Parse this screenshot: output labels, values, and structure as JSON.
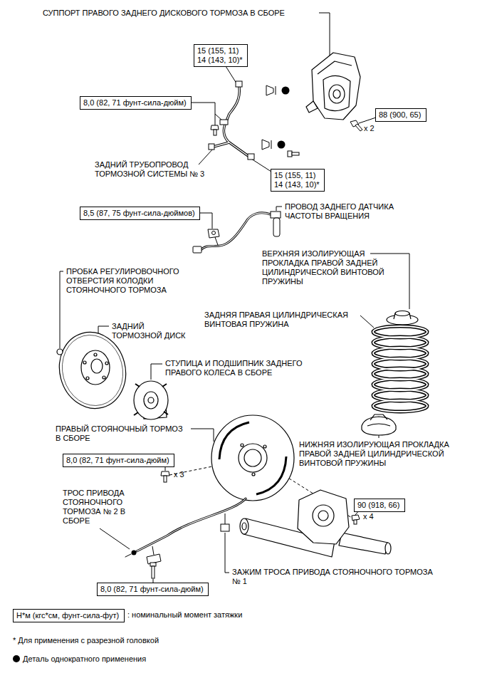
{
  "diagram": {
    "nodes": [
      {
        "text": [
          "15 (155, 11)",
          "14 (143, 10)*"
        ]
      },
      {
        "text": [
          "8,0 (82, 71 фунт-сила-дюйм)"
        ]
      },
      {
        "text": [
          "88 (900, 65)"
        ]
      },
      {
        "text": [
          "15 (155, 11)",
          "14 (143, 10)*"
        ]
      },
      {
        "text": [
          "8,5 (87, 75 фунт-сила-дюймов)"
        ]
      },
      {
        "text": [
          "8,0 (82, 71 фунт-сила-дюйм)"
        ]
      },
      {
        "text": [
          "90 (918, 66)"
        ]
      },
      {
        "text": [
          "8,0 (82, 71 фунт-сила-дюйм)"
        ]
      },
      {
        "text": [
          "Н*м (кгс*см, фунт-сила-фут)"
        ]
      }
    ],
    "labels": [
      "СУППОРТ ПРАВОГО ЗАДНЕГО ДИСКОВОГО ТОРМОЗА В СБОРЕ",
      "x 2",
      "ЗАДНИЙ ТРУБОПРОВОД ТОРМОЗНОЙ СИСТЕМЫ № 3",
      "ПРОВОД ЗАДНЕГО ДАТЧИКА ЧАСТОТЫ ВРАЩЕНИЯ",
      "ВЕРХНЯЯ ИЗОЛИРУЮЩАЯ ПРОКЛАДКА ПРАВОЙ ЗАДНЕЙ ЦИЛИНДРИЧЕСКОЙ ВИНТОВОЙ ПРУЖИНЫ",
      "ПРОБКА РЕГУЛИРОВОЧНОГО ОТВЕРСТИЯ КОЛОДКИ СТОЯНОЧНОГО ТОРМОЗА",
      "ЗАДНЯЯ ПРАВАЯ ЦИЛИНДРИЧЕСКАЯ ВИНТОВАЯ ПРУЖИНА",
      "ЗАДНИЙ ТОРМОЗНОЙ ДИСК",
      "СТУПИЦА И ПОДШИПНИК ЗАДНЕГО ПРАВОГО КОЛЕСА В СБОРЕ",
      "ПРАВЫЙ СТОЯНОЧНЫЙ ТОРМОЗ В СБОРЕ",
      "НИЖНЯЯ ИЗОЛИРУЮЩАЯ ПРОКЛАДКА ПРАВОЙ ЗАДНЕЙ ЦИЛИНДРИЧЕСКОЙ ВИНТОВОЙ ПРУЖИНЫ",
      "x 3",
      "ТРОС ПРИВОДА СТОЯНОЧНОГО ТОРМОЗА № 2 В СБОРЕ",
      "x 4",
      "ЗАЖИМ ТРОСА ПРИВОДА СТОЯНОЧНОГО ТОРМОЗА № 1",
      ": номинальный момент затяжки",
      "* Для применения с разрезной головкой"
    ],
    "legend": [
      {
        "text": "Деталь однократного применения"
      }
    ]
  }
}
